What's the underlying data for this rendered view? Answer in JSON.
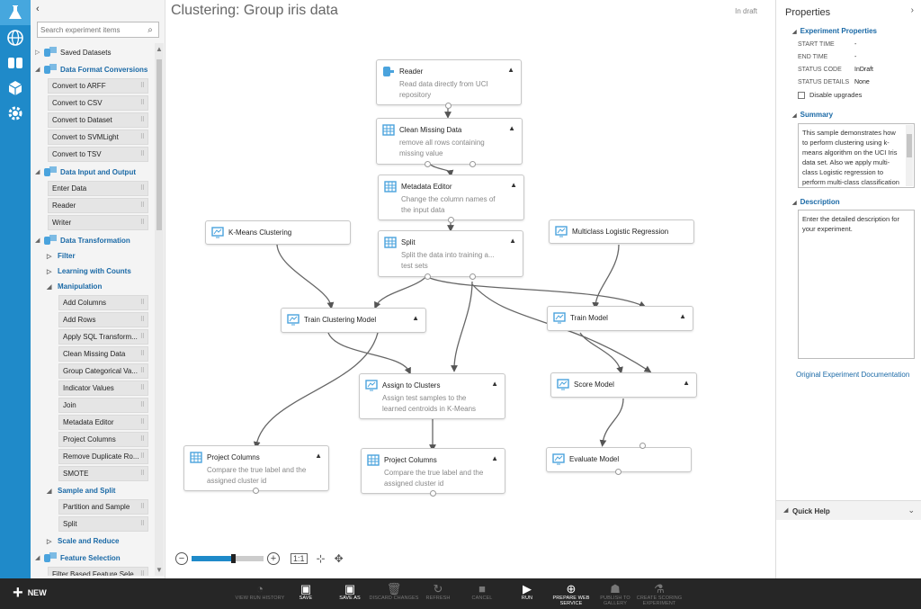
{
  "rail": {
    "items": [
      {
        "name": "experiments-icon",
        "glyph": "flask"
      },
      {
        "name": "web-services-icon",
        "glyph": "globe"
      },
      {
        "name": "datasets-icon",
        "glyph": "cylinders"
      },
      {
        "name": "trained-models-icon",
        "glyph": "cube"
      },
      {
        "name": "settings-icon",
        "glyph": "gear"
      }
    ]
  },
  "palette": {
    "collapse": "‹",
    "search_placeholder": "Search experiment items",
    "items": [
      {
        "kind": "cat",
        "label": "Saved Datasets",
        "open": false
      },
      {
        "kind": "cat",
        "label": "Data Format Conversions",
        "open": true
      },
      {
        "kind": "mod",
        "label": "Convert to ARFF"
      },
      {
        "kind": "mod",
        "label": "Convert to CSV"
      },
      {
        "kind": "mod",
        "label": "Convert to Dataset"
      },
      {
        "kind": "mod",
        "label": "Convert to SVMLight"
      },
      {
        "kind": "mod",
        "label": "Convert to TSV"
      },
      {
        "kind": "cat",
        "label": "Data Input and Output",
        "open": true
      },
      {
        "kind": "mod",
        "label": "Enter Data"
      },
      {
        "kind": "mod",
        "label": "Reader"
      },
      {
        "kind": "mod",
        "label": "Writer"
      },
      {
        "kind": "cat",
        "label": "Data Transformation",
        "open": true
      },
      {
        "kind": "sub",
        "label": "Filter",
        "open": false
      },
      {
        "kind": "sub",
        "label": "Learning with Counts",
        "open": false
      },
      {
        "kind": "sub",
        "label": "Manipulation",
        "open": true
      },
      {
        "kind": "mod2",
        "label": "Add Columns"
      },
      {
        "kind": "mod2",
        "label": "Add Rows"
      },
      {
        "kind": "mod2",
        "label": "Apply SQL Transform..."
      },
      {
        "kind": "mod2",
        "label": "Clean Missing Data"
      },
      {
        "kind": "mod2",
        "label": "Group Categorical Va..."
      },
      {
        "kind": "mod2",
        "label": "Indicator Values"
      },
      {
        "kind": "mod2",
        "label": "Join"
      },
      {
        "kind": "mod2",
        "label": "Metadata Editor"
      },
      {
        "kind": "mod2",
        "label": "Project Columns"
      },
      {
        "kind": "mod2",
        "label": "Remove Duplicate Ro..."
      },
      {
        "kind": "mod2",
        "label": "SMOTE"
      },
      {
        "kind": "sub",
        "label": "Sample and Split",
        "open": true
      },
      {
        "kind": "mod2",
        "label": "Partition and Sample"
      },
      {
        "kind": "mod2",
        "label": "Split"
      },
      {
        "kind": "sub",
        "label": "Scale and Reduce",
        "open": false
      },
      {
        "kind": "cat",
        "label": "Feature Selection",
        "open": true
      },
      {
        "kind": "mod",
        "label": "Filter Based Feature Sele..."
      }
    ]
  },
  "canvas": {
    "title": "Clustering: Group iris data",
    "status": "In draft",
    "nodes": [
      {
        "id": "reader",
        "title": "Reader",
        "desc": "Read data directly from UCI repository",
        "chevron": "▲"
      },
      {
        "id": "clean",
        "title": "Clean Missing Data",
        "desc": "remove all rows containing missing value",
        "chevron": "▲"
      },
      {
        "id": "meta",
        "title": "Metadata Editor",
        "desc": "Change the column names of the input data",
        "chevron": "▲"
      },
      {
        "id": "split",
        "title": "Split",
        "desc": "Split the data into training a... test sets",
        "chevron": "▲"
      },
      {
        "id": "kmeans",
        "title": "K-Means Clustering",
        "desc": "",
        "chevron": ""
      },
      {
        "id": "mlr",
        "title": "Multiclass Logistic Regression",
        "desc": "",
        "chevron": ""
      },
      {
        "id": "tcm",
        "title": "Train Clustering Model",
        "desc": "",
        "chevron": "▲"
      },
      {
        "id": "tm",
        "title": "Train Model",
        "desc": "",
        "chevron": "▲"
      },
      {
        "id": "assign",
        "title": "Assign to Clusters",
        "desc": "Assign test samples to the learned centroids in K-Means",
        "chevron": "▲"
      },
      {
        "id": "score",
        "title": "Score Model",
        "desc": "",
        "chevron": "▲"
      },
      {
        "id": "proj1",
        "title": "Project Columns",
        "desc": "Compare the true label and the assigned cluster id",
        "chevron": "▲"
      },
      {
        "id": "proj2",
        "title": "Project Columns",
        "desc": "Compare the true label and the assigned cluster id",
        "chevron": "▲"
      },
      {
        "id": "eval",
        "title": "Evaluate Model",
        "desc": "",
        "chevron": ""
      }
    ],
    "zoom": {
      "minus": "−",
      "plus": "+",
      "actual": "1:1",
      "fit_icon": "⊹",
      "pan_icon": "✥",
      "level": 0.58
    }
  },
  "properties": {
    "title": "Properties",
    "close": "›",
    "experiment_section": "Experiment Properties",
    "rows": [
      {
        "label": "START TIME",
        "value": "-"
      },
      {
        "label": "END TIME",
        "value": "-"
      },
      {
        "label": "STATUS CODE",
        "value": "InDraft"
      },
      {
        "label": "STATUS DETAILS",
        "value": "None"
      }
    ],
    "disable_upgrades": "Disable upgrades",
    "summary_section": "Summary",
    "summary_text": "This sample demonstrates how to perform clustering using k-means algorithm on the UCI Iris data set. Also we apply multi-class Logistic regression to perform multi-class classification and compare its",
    "description_section": "Description",
    "description_placeholder": "Enter the detailed description for your experiment.",
    "original_doc": "Original Experiment Documentation",
    "quick_help": "Quick Help"
  },
  "cmdbar": {
    "new": "NEW",
    "commands": [
      {
        "label": "VIEW RUN HISTORY",
        "icon": "◔",
        "disabled": true
      },
      {
        "label": "SAVE",
        "icon": "▣",
        "disabled": false
      },
      {
        "label": "SAVE AS",
        "icon": "▣",
        "disabled": false
      },
      {
        "label": "DISCARD CHANGES",
        "icon": "🗑",
        "disabled": true
      },
      {
        "label": "REFRESH",
        "icon": "↻",
        "disabled": true
      },
      {
        "label": "CANCEL",
        "icon": "■",
        "disabled": true
      },
      {
        "label": "RUN",
        "icon": "▶",
        "disabled": false
      },
      {
        "label": "PREPARE WEB SERVICE",
        "icon": "⊕",
        "disabled": false
      },
      {
        "label": "PUBLISH TO GALLERY",
        "icon": "☗",
        "disabled": true
      },
      {
        "label": "CREATE SCORING EXPERIMENT",
        "icon": "⚗",
        "disabled": true
      }
    ]
  },
  "colors": {
    "accent": "#1f8ac9",
    "link": "#1a69a6",
    "cmdbar": "#262626"
  }
}
